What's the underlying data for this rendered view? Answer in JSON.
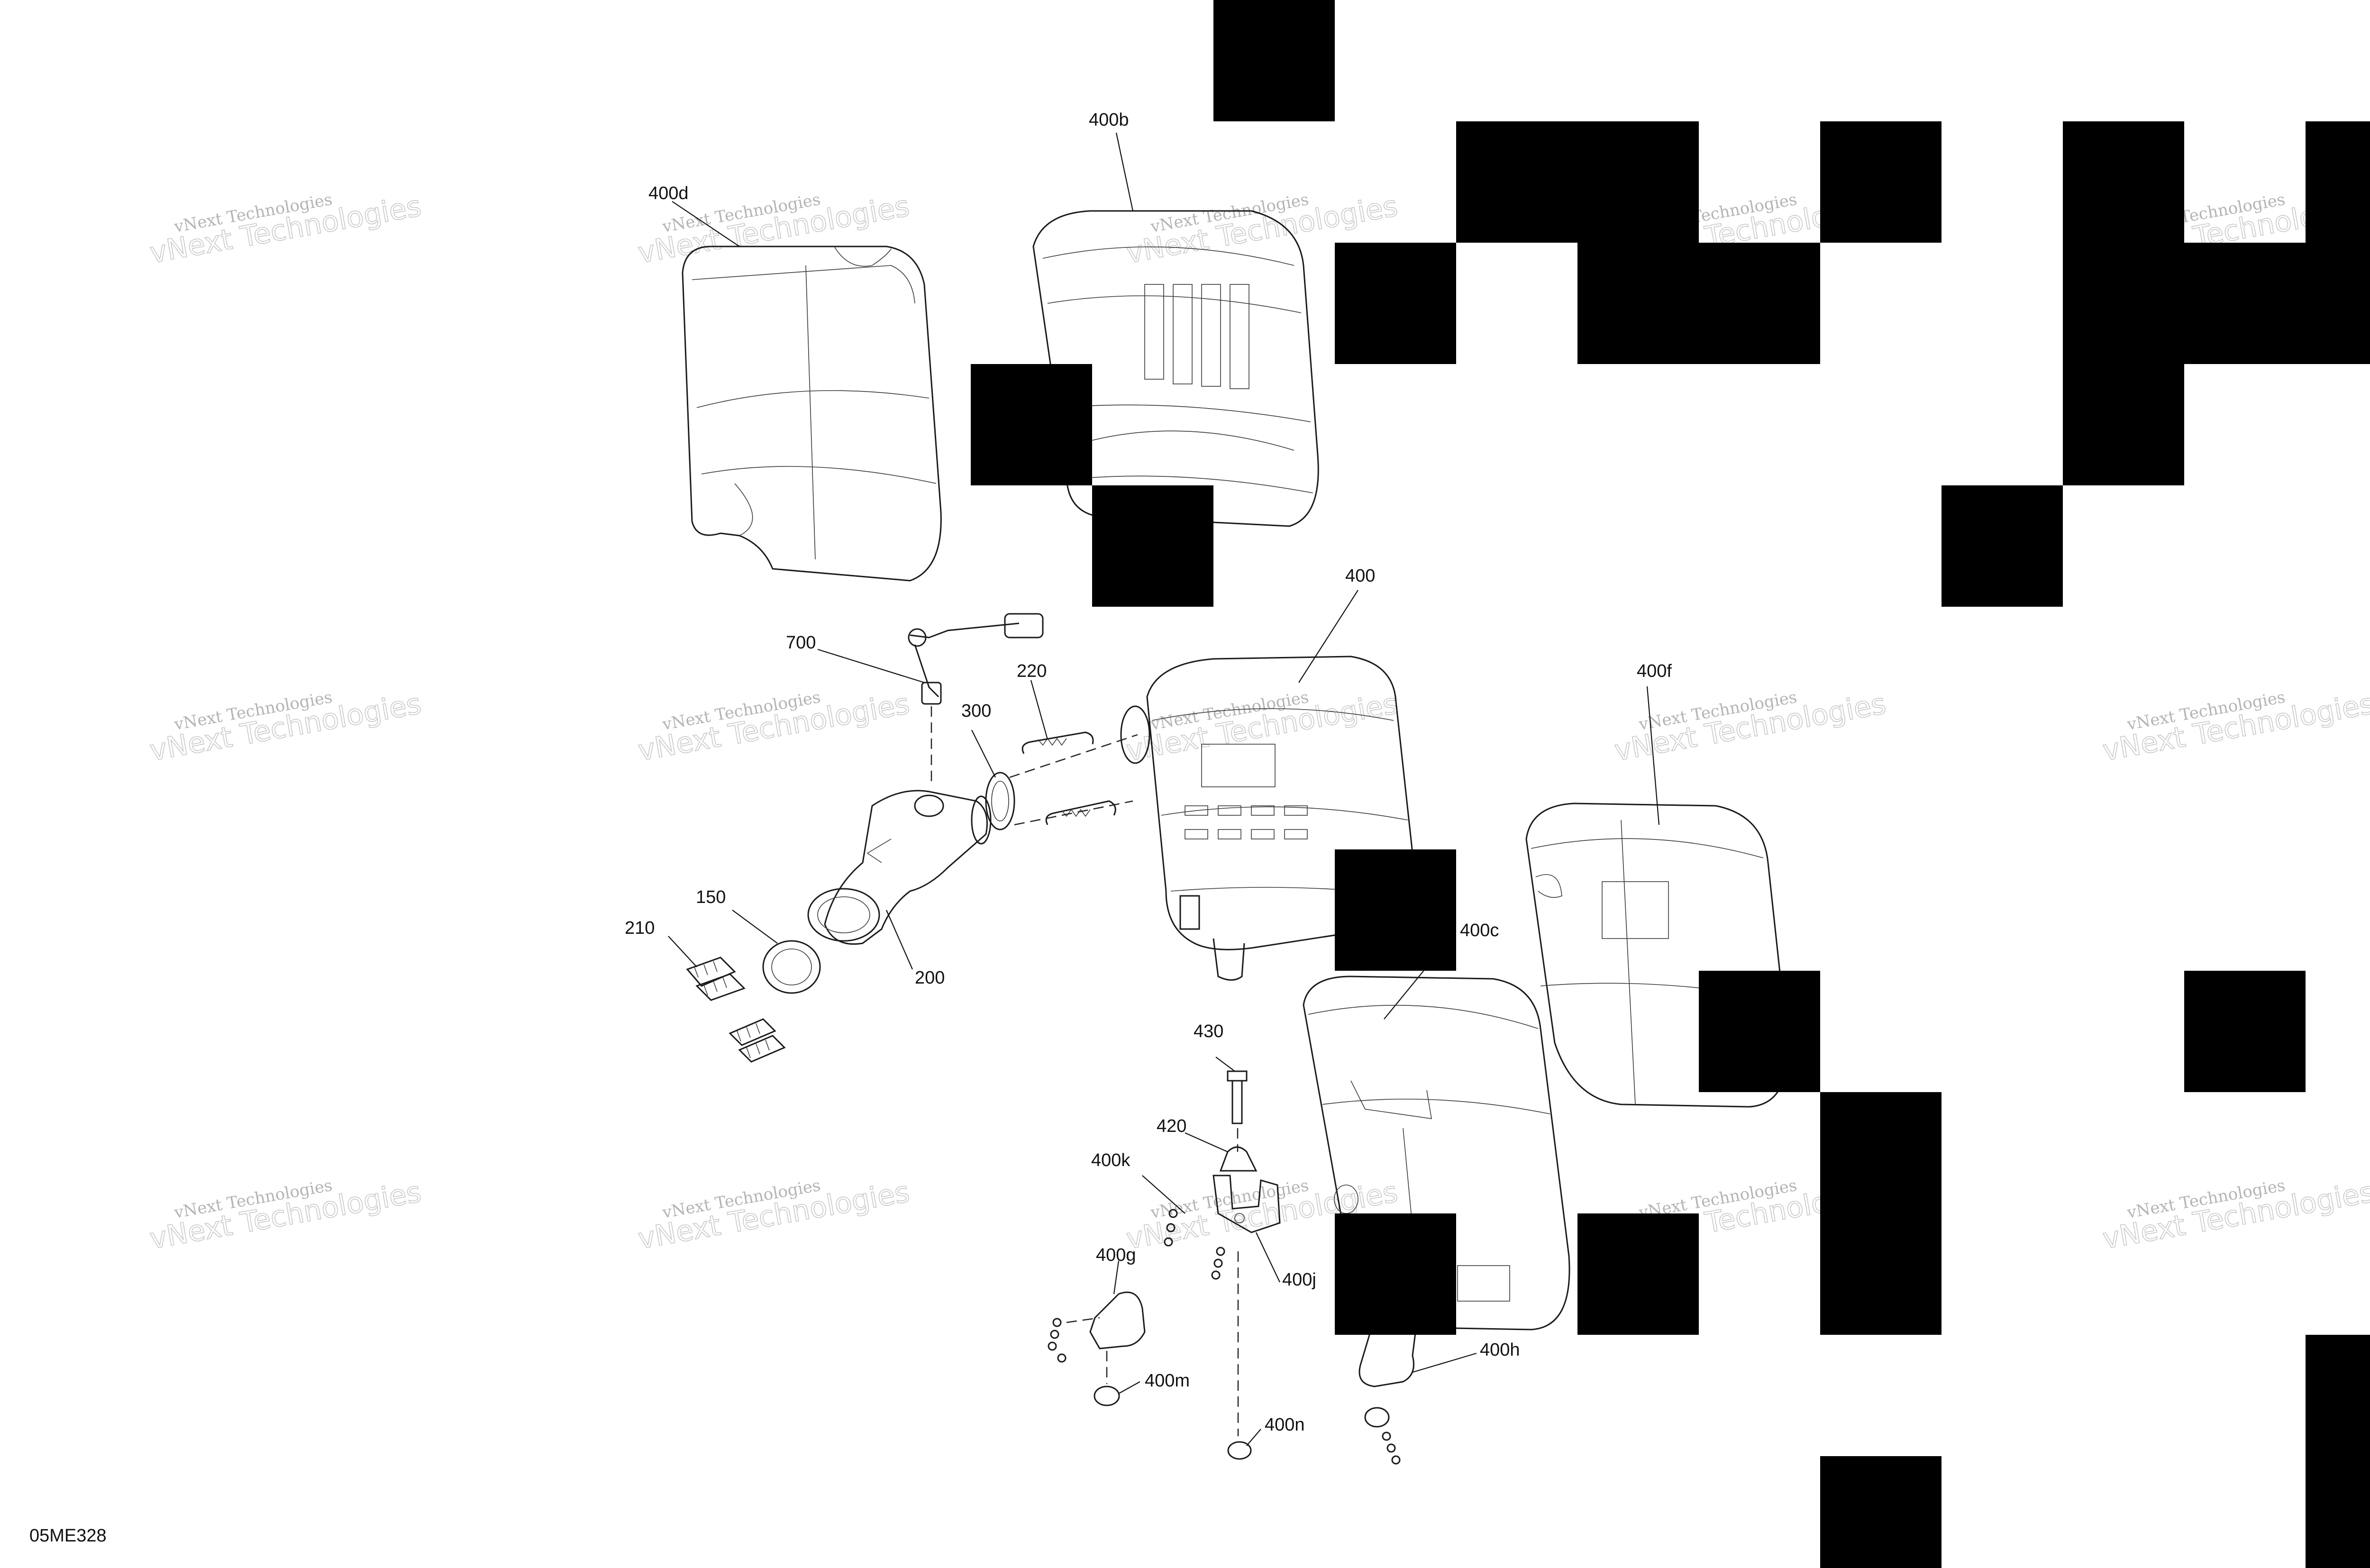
{
  "watermark": {
    "line1": "vNext Technologies",
    "line2": "vNext Technologies"
  },
  "drawing_code": "05ME328",
  "callouts": {
    "p400b": "400b",
    "p400d": "400d",
    "p400": "400",
    "p400f": "400f",
    "p700": "700",
    "p220": "220",
    "p300": "300",
    "p150": "150",
    "p210": "210",
    "p200": "200",
    "p400c": "400c",
    "p430": "430",
    "p420": "420",
    "p400k": "400k",
    "p400j": "400j",
    "p400g": "400g",
    "p400m": "400m",
    "p400n": "400n",
    "p400h": "400h"
  }
}
